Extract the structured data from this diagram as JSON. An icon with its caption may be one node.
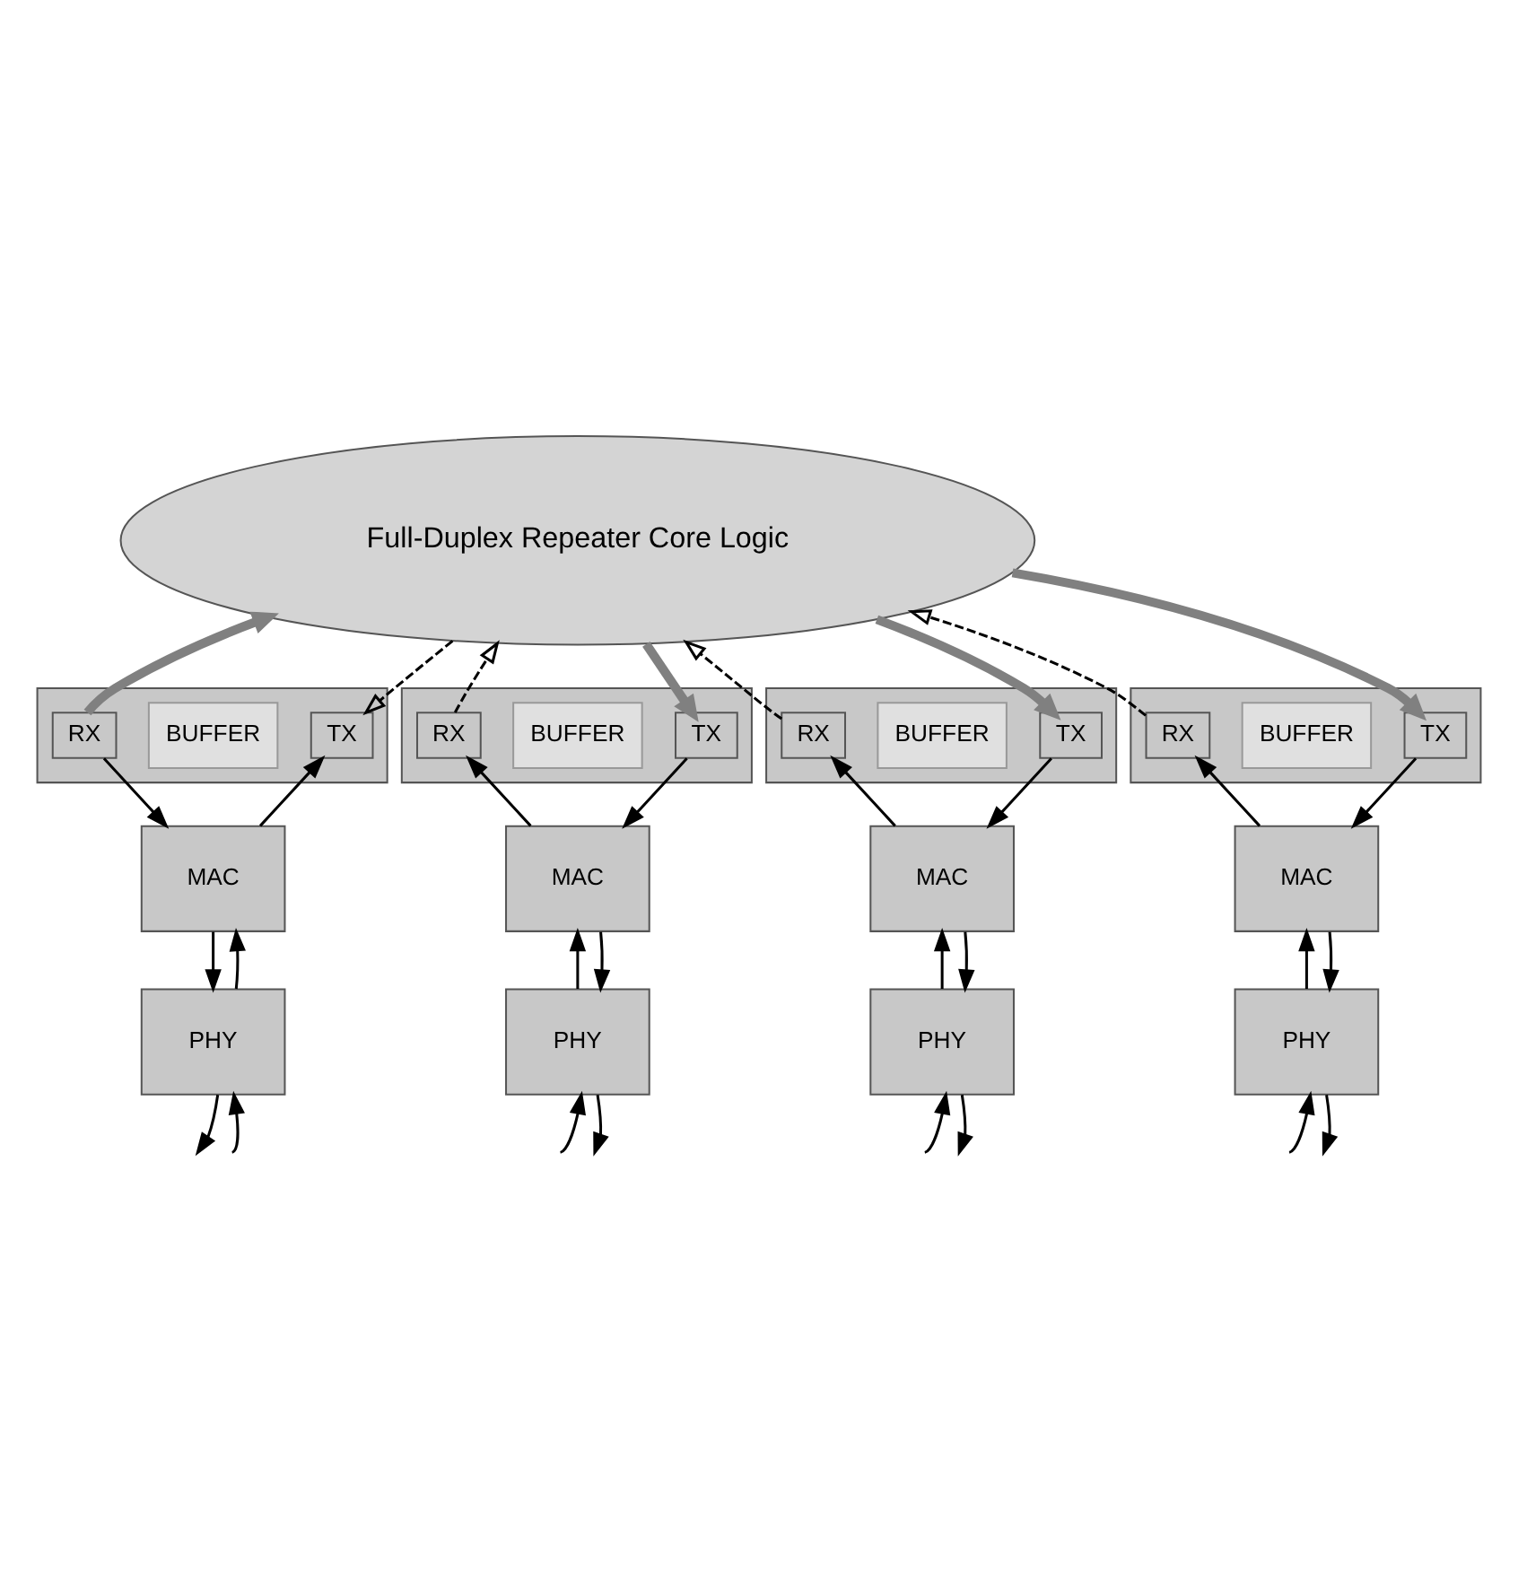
{
  "diagram": {
    "nodes": [
      {
        "text": [
          "Full-Duplex Repeater Core Logic"
        ]
      },
      {
        "text": [],
        "shape": "box"
      },
      {
        "text": [
          "RX"
        ],
        "in": 1
      },
      {
        "text": [
          "TX"
        ],
        "in": 1
      },
      {
        "text": [
          "BUFFER"
        ],
        "in": 1
      },
      {
        "text": [
          "MAC"
        ]
      },
      {
        "text": [
          "PHY"
        ]
      },
      {
        "text": [],
        "shape": "box"
      },
      {
        "text": [
          "RX"
        ],
        "in": 7
      },
      {
        "text": [
          "TX"
        ],
        "in": 7
      },
      {
        "text": [
          "BUFFER"
        ],
        "in": 7
      },
      {
        "text": [
          "MAC"
        ]
      },
      {
        "text": [
          "PHY"
        ]
      },
      {
        "text": [],
        "shape": "box"
      },
      {
        "text": [
          "RX"
        ],
        "in": 13
      },
      {
        "text": [
          "TX"
        ],
        "in": 13
      },
      {
        "text": [
          "BUFFER"
        ],
        "in": 13
      },
      {
        "text": [
          "MAC"
        ]
      },
      {
        "text": [
          "PHY"
        ]
      },
      {
        "text": [],
        "shape": "box"
      },
      {
        "text": [
          "RX"
        ],
        "in": 19
      },
      {
        "text": [
          "TX"
        ],
        "in": 19
      },
      {
        "text": [
          "BUFFER"
        ],
        "in": 19
      },
      {
        "text": [
          "MAC"
        ]
      },
      {
        "text": [
          "PHY"
        ]
      }
    ],
    "edges": [
      {
        "from": 2,
        "to": 0,
        "arrow": "to",
        "style": "thick",
        "color": "#808080"
      },
      {
        "from": 0,
        "to": 3,
        "arrow": "to",
        "style": "dashed"
      },
      {
        "from": 8,
        "to": 0,
        "arrow": "to",
        "style": "dashed"
      },
      {
        "from": 0,
        "to": 9,
        "arrow": "to",
        "style": "thick",
        "color": "#808080"
      },
      {
        "from": 14,
        "to": 0,
        "arrow": "to",
        "style": "dashed"
      },
      {
        "from": 0,
        "to": 15,
        "arrow": "to",
        "style": "thick",
        "color": "#808080"
      },
      {
        "from": 20,
        "to": 0,
        "arrow": "to",
        "style": "dashed"
      },
      {
        "from": 0,
        "to": 21,
        "arrow": "to",
        "style": "thick",
        "color": "#808080"
      },
      {
        "from": 2,
        "to": 5,
        "arrow": "to"
      },
      {
        "from": 5,
        "to": 3,
        "arrow": "to"
      },
      {
        "from": 5,
        "to": 6,
        "arrow": "to"
      },
      {
        "from": 6,
        "to": 5,
        "arrow": "to"
      },
      {
        "from": 6,
        "to": null,
        "arrow": "to"
      },
      {
        "from": null,
        "to": 6,
        "arrow": "to"
      },
      {
        "from": 11,
        "to": 8,
        "arrow": "to"
      },
      {
        "from": 9,
        "to": 11,
        "arrow": "to"
      },
      {
        "from": 12,
        "to": 11,
        "arrow": "to"
      },
      {
        "from": 11,
        "to": 12,
        "arrow": "to"
      },
      {
        "from": null,
        "to": 12,
        "arrow": "to"
      },
      {
        "from": 12,
        "to": null,
        "arrow": "to"
      },
      {
        "from": 17,
        "to": 14,
        "arrow": "to"
      },
      {
        "from": 15,
        "to": 17,
        "arrow": "to"
      },
      {
        "from": 18,
        "to": 17,
        "arrow": "to"
      },
      {
        "from": 17,
        "to": 18,
        "arrow": "to"
      },
      {
        "from": null,
        "to": 18,
        "arrow": "to"
      },
      {
        "from": 18,
        "to": null,
        "arrow": "to"
      },
      {
        "from": 23,
        "to": 20,
        "arrow": "to"
      },
      {
        "from": 21,
        "to": 23,
        "arrow": "to"
      },
      {
        "from": 24,
        "to": 23,
        "arrow": "to"
      },
      {
        "from": 23,
        "to": 24,
        "arrow": "to"
      },
      {
        "from": null,
        "to": 24,
        "arrow": "to"
      },
      {
        "from": 24,
        "to": null,
        "arrow": "to"
      }
    ]
  }
}
